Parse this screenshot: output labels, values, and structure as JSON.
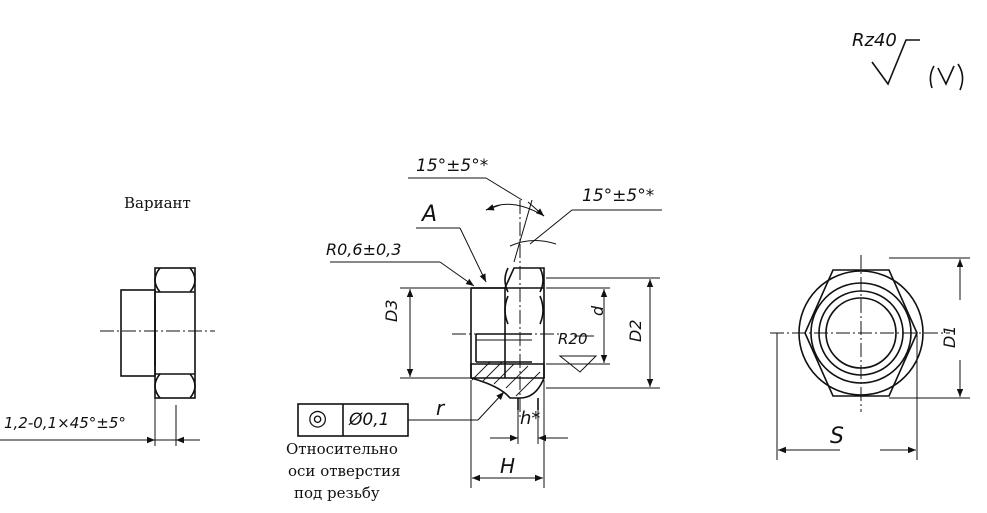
{
  "roughness": {
    "symbol": "Rz40",
    "bracket_mark": "(√)"
  },
  "variant_label": "Вариант",
  "dims": {
    "chamfer": "1,2-0,1×45°±5°",
    "angle_top": "15°±5°*",
    "angle_right": "15°±5°*",
    "view_label": "A",
    "radius_fillet": "R0,6±0,3",
    "d3": "D3",
    "d": "d",
    "d2": "D2",
    "r20": "R20",
    "r": "r",
    "h": "h*",
    "H": "H",
    "S": "S",
    "d1": "D1"
  },
  "tolerance_frame": {
    "symbol": "◎",
    "value": "Ø0,1"
  },
  "note": {
    "line1": "Относительно",
    "line2": "оси отверстия",
    "line3": "под резьбу"
  }
}
